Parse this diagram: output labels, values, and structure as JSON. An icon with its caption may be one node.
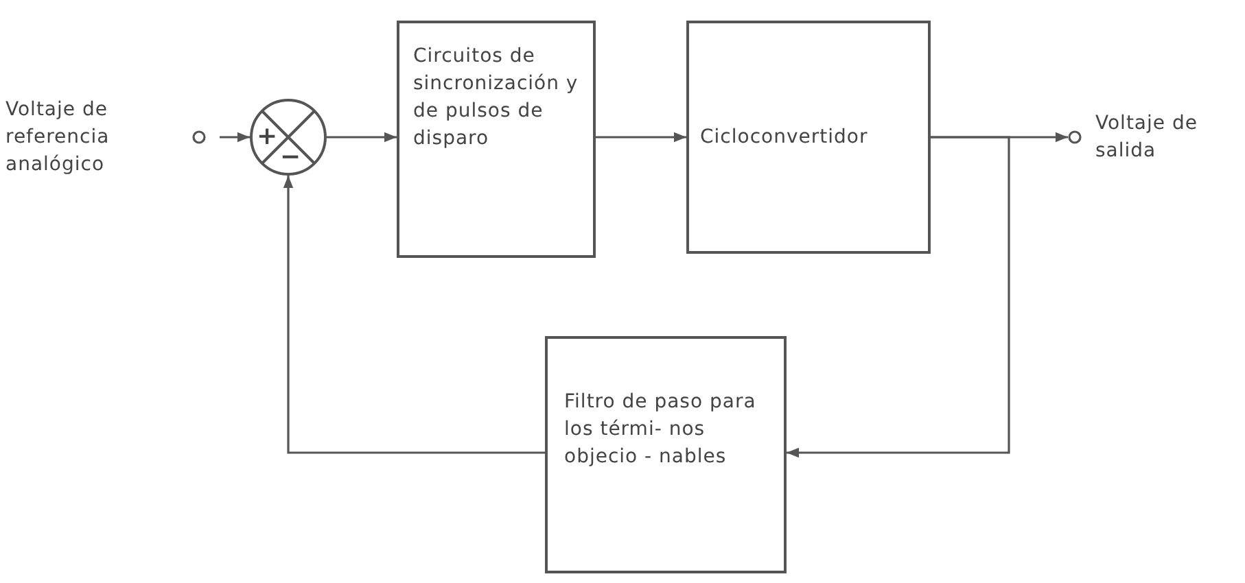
{
  "diagram": {
    "nodes": [
      {
        "text": [
          "Voltaje de referencia analógico"
        ]
      },
      {
        "text": [
          "+",
          "−"
        ]
      },
      {
        "text": [
          "Circuitos de sincronización y de pulsos de disparo"
        ]
      },
      {
        "text": [
          "Cicloconvertidor"
        ]
      },
      {
        "text": [
          "Voltaje de salida"
        ]
      },
      {
        "text": [
          "Filtro de paso para los térmi- nos objecio - nables"
        ]
      }
    ],
    "edges": [
      {
        "from": 0,
        "to": 1,
        "arrow": "to"
      },
      {
        "from": 1,
        "to": 2,
        "arrow": "to"
      },
      {
        "from": 2,
        "to": 3,
        "arrow": "to"
      },
      {
        "from": 3,
        "to": 4,
        "arrow": "to"
      },
      {
        "from": 3,
        "to": 5,
        "arrow": "to"
      },
      {
        "from": 5,
        "to": 1,
        "arrow": "to"
      }
    ]
  }
}
